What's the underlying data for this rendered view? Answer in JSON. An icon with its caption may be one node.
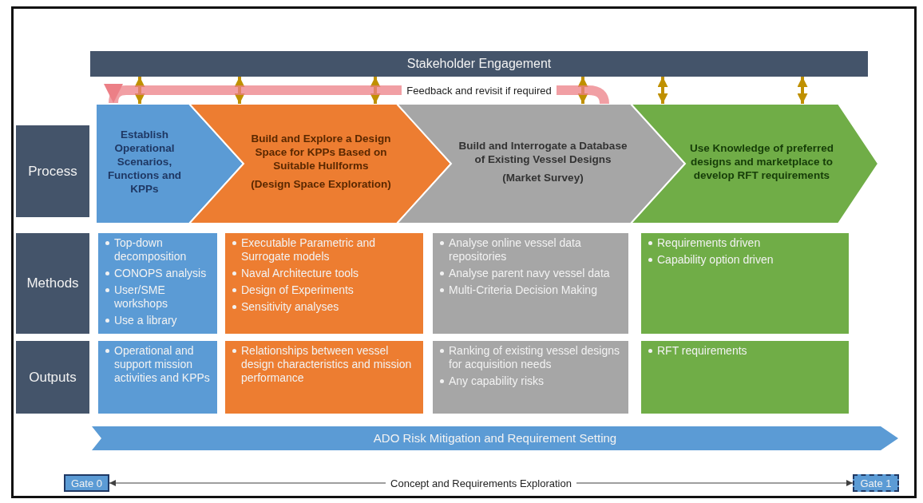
{
  "diagram": {
    "nodes": [
      {
        "text": [
          "Stakeholder Engagement"
        ]
      },
      {
        "text": [
          "Process"
        ]
      },
      {
        "text": [
          "Establish Operational Scenarios, Functions and KPPs"
        ]
      },
      {
        "text": [
          "Build and Explore a Design Space for KPPs Based on Suitable Hullforms",
          "(Design Space Exploration)"
        ]
      },
      {
        "text": [
          "Build and Interrogate a Database of Existing Vessel Designs",
          "(Market Survey)"
        ]
      },
      {
        "text": [
          "Use Knowledge of preferred designs and marketplace to develop RFT requirements"
        ]
      },
      {
        "text": [
          "Methods"
        ]
      },
      {
        "text": [
          "Top-down decomposition",
          "CONOPS analysis",
          "User/SME workshops",
          "Use a library"
        ]
      },
      {
        "text": [
          "Executable Parametric and Surrogate models",
          "Naval Architecture tools",
          "Design of Experiments",
          "Sensitivity analyses"
        ]
      },
      {
        "text": [
          "Analyse online vessel data repositories",
          "Analyse parent navy vessel data",
          "Multi-Criteria Decision Making"
        ]
      },
      {
        "text": [
          "Requirements driven",
          "Capability option driven"
        ]
      },
      {
        "text": [
          "Outputs"
        ]
      },
      {
        "text": [
          "Operational and support mission activities and KPPs"
        ]
      },
      {
        "text": [
          "Relationships between vessel design characteristics and mission performance"
        ]
      },
      {
        "text": [
          "Ranking of existing vessel designs for acquisition needs",
          "Any capability risks"
        ]
      },
      {
        "text": [
          "RFT requirements"
        ]
      },
      {
        "text": [
          "ADO Risk Mitigation and Requirement Setting"
        ]
      },
      {
        "text": [
          "Gate 0"
        ]
      },
      {
        "text": [
          "Gate 1"
        ]
      }
    ],
    "edges": [
      {
        "from": 0,
        "to": 2,
        "arrow": "both"
      },
      {
        "from": 0,
        "to": 3,
        "arrow": "both"
      },
      {
        "from": 0,
        "to": 3,
        "arrow": "both"
      },
      {
        "from": 0,
        "to": 4,
        "arrow": "both"
      },
      {
        "from": 0,
        "to": 5,
        "arrow": "both"
      },
      {
        "from": 0,
        "to": 5,
        "arrow": "both"
      },
      {
        "from": 4,
        "to": 2,
        "arrow": "to",
        "label": "Feedback and revisit if required",
        "style": "thick",
        "color": "#ec7f86"
      },
      {
        "from": 17,
        "to": 18,
        "arrow": "both",
        "label": "Concept and Requirements Exploration",
        "color": "#404040"
      }
    ]
  }
}
